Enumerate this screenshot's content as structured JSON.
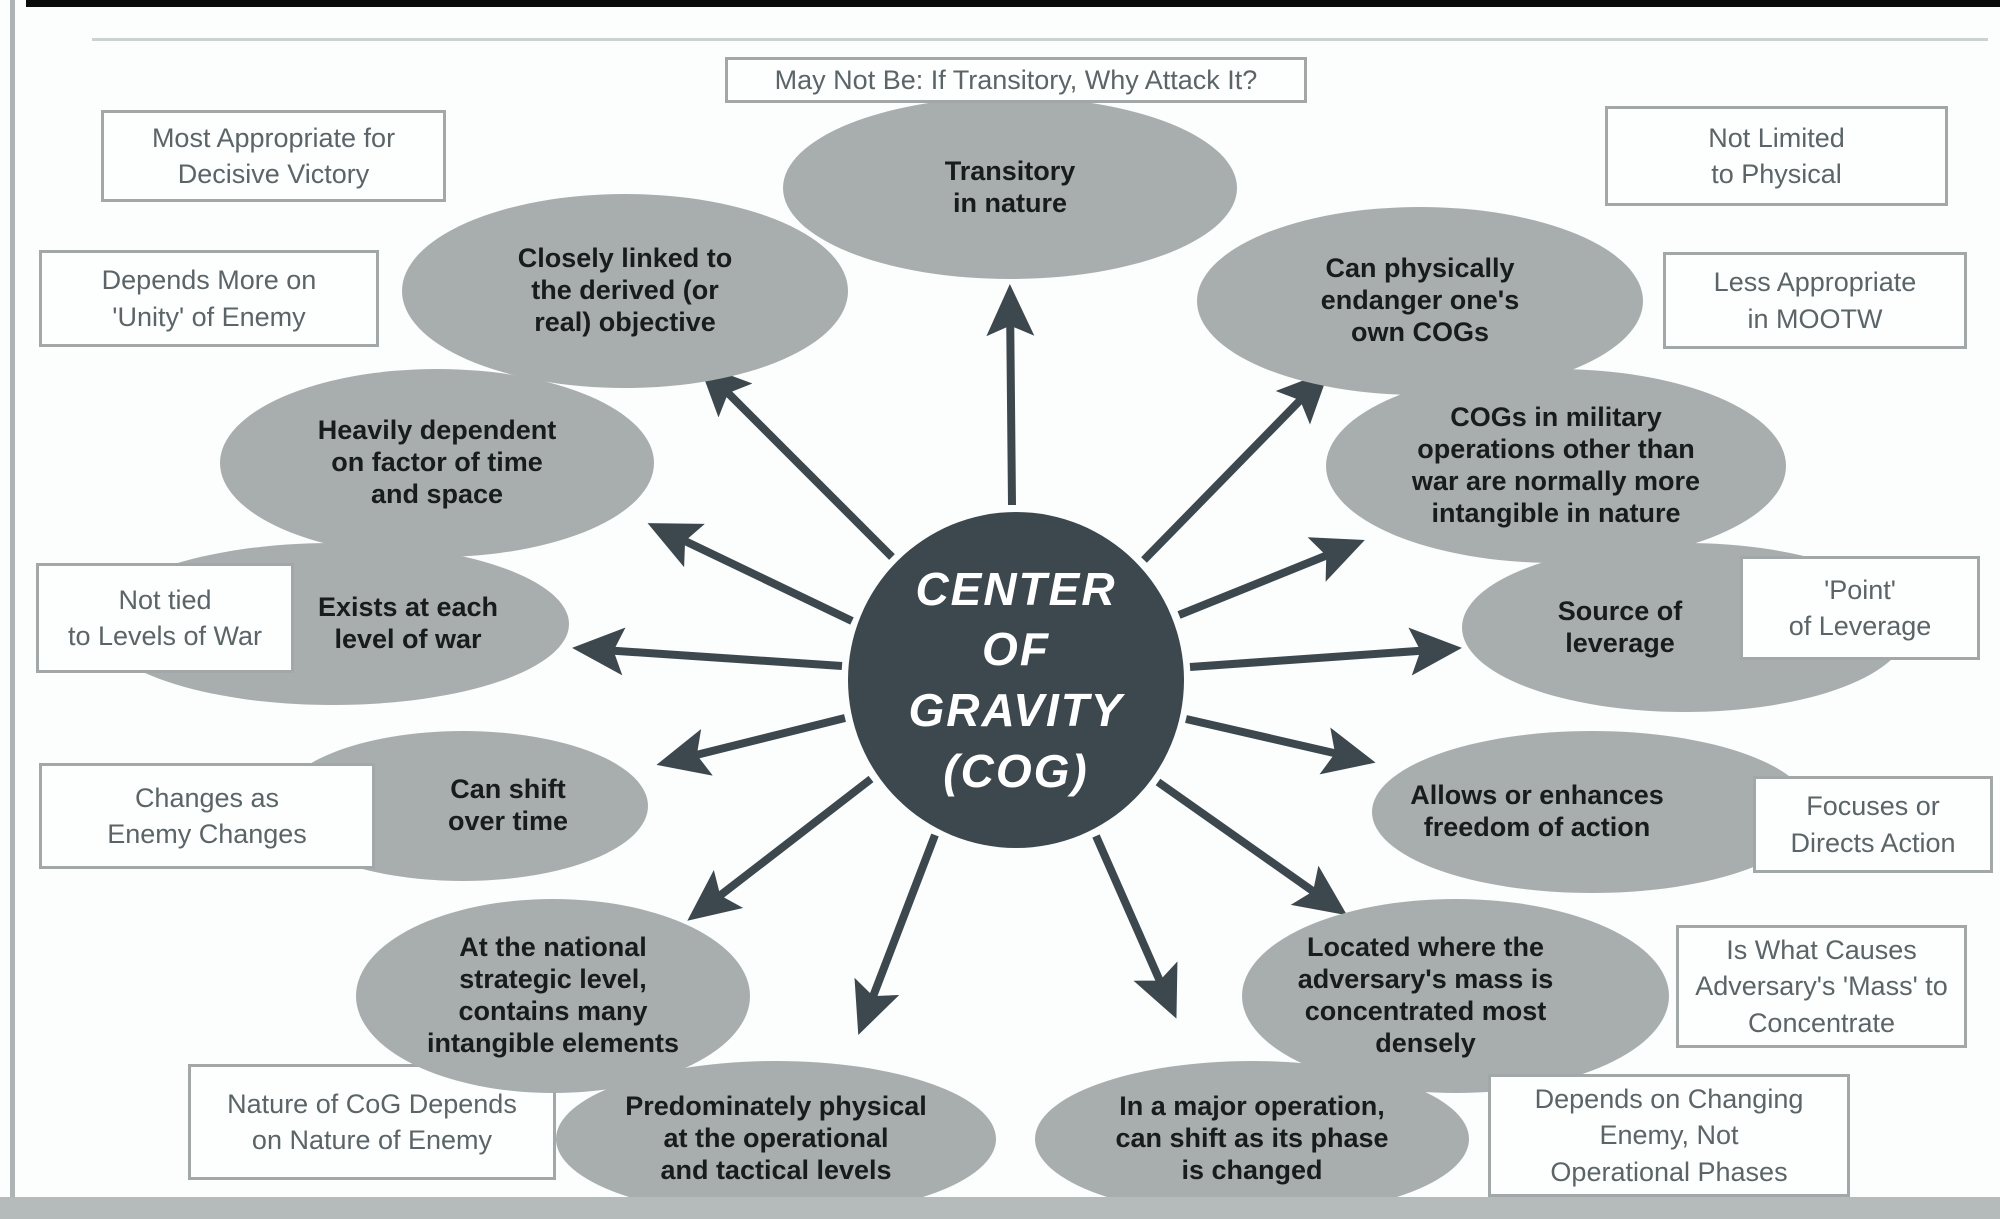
{
  "center": {
    "line1": "CENTER",
    "line2": "OF",
    "line3": "GRAVITY",
    "line4": "(COG)"
  },
  "ellipses": [
    {
      "label": "Transitory\nin nature"
    },
    {
      "label": "Closely linked to\nthe derived (or\nreal) objective"
    },
    {
      "label": "Can physically\nendanger one's\nown COGs"
    },
    {
      "label": "Heavily dependent\non factor of time\nand space"
    },
    {
      "label": "COGs in military\noperations other than\nwar are normally more\nintangible in nature"
    },
    {
      "label": "Exists at each\nlevel of war"
    },
    {
      "label": "Source of\nleverage"
    },
    {
      "label": "Can shift\nover time"
    },
    {
      "label": "Allows or enhances\nfreedom of action"
    },
    {
      "label": "At the national\nstrategic level,\ncontains many\nintangible elements"
    },
    {
      "label": "Located where the\nadversary's mass is\nconcentrated most\ndensely"
    },
    {
      "label": "Predominately physical\nat the operational\nand tactical levels"
    },
    {
      "label": "In a major operation,\ncan shift as its phase\nis changed"
    }
  ],
  "boxes": [
    {
      "label": "May Not Be: If Transitory, Why Attack It?"
    },
    {
      "label": "Most Appropriate for\nDecisive Victory"
    },
    {
      "label": "Not Limited\nto Physical"
    },
    {
      "label": "Depends More on\n'Unity' of Enemy"
    },
    {
      "label": "Less Appropriate\nin MOOTW"
    },
    {
      "label": "Not tied\nto Levels of War"
    },
    {
      "label": "'Point'\nof Leverage"
    },
    {
      "label": "Changes as\nEnemy Changes"
    },
    {
      "label": "Focuses or\nDirects Action"
    },
    {
      "label": "Is What Causes\nAdversary's 'Mass' to\nConcentrate"
    },
    {
      "label": "Nature of CoG Depends\non Nature of Enemy"
    },
    {
      "label": "Depends on Changing\nEnemy, Not\nOperational Phases"
    }
  ],
  "colors": {
    "ellipse_fill": "#a8adad",
    "hub_fill": "#3c484e",
    "arrow": "#3c484e",
    "box_border": "#a2a8a8",
    "box_text": "#5b6467",
    "ellipse_text": "#181c1e"
  }
}
